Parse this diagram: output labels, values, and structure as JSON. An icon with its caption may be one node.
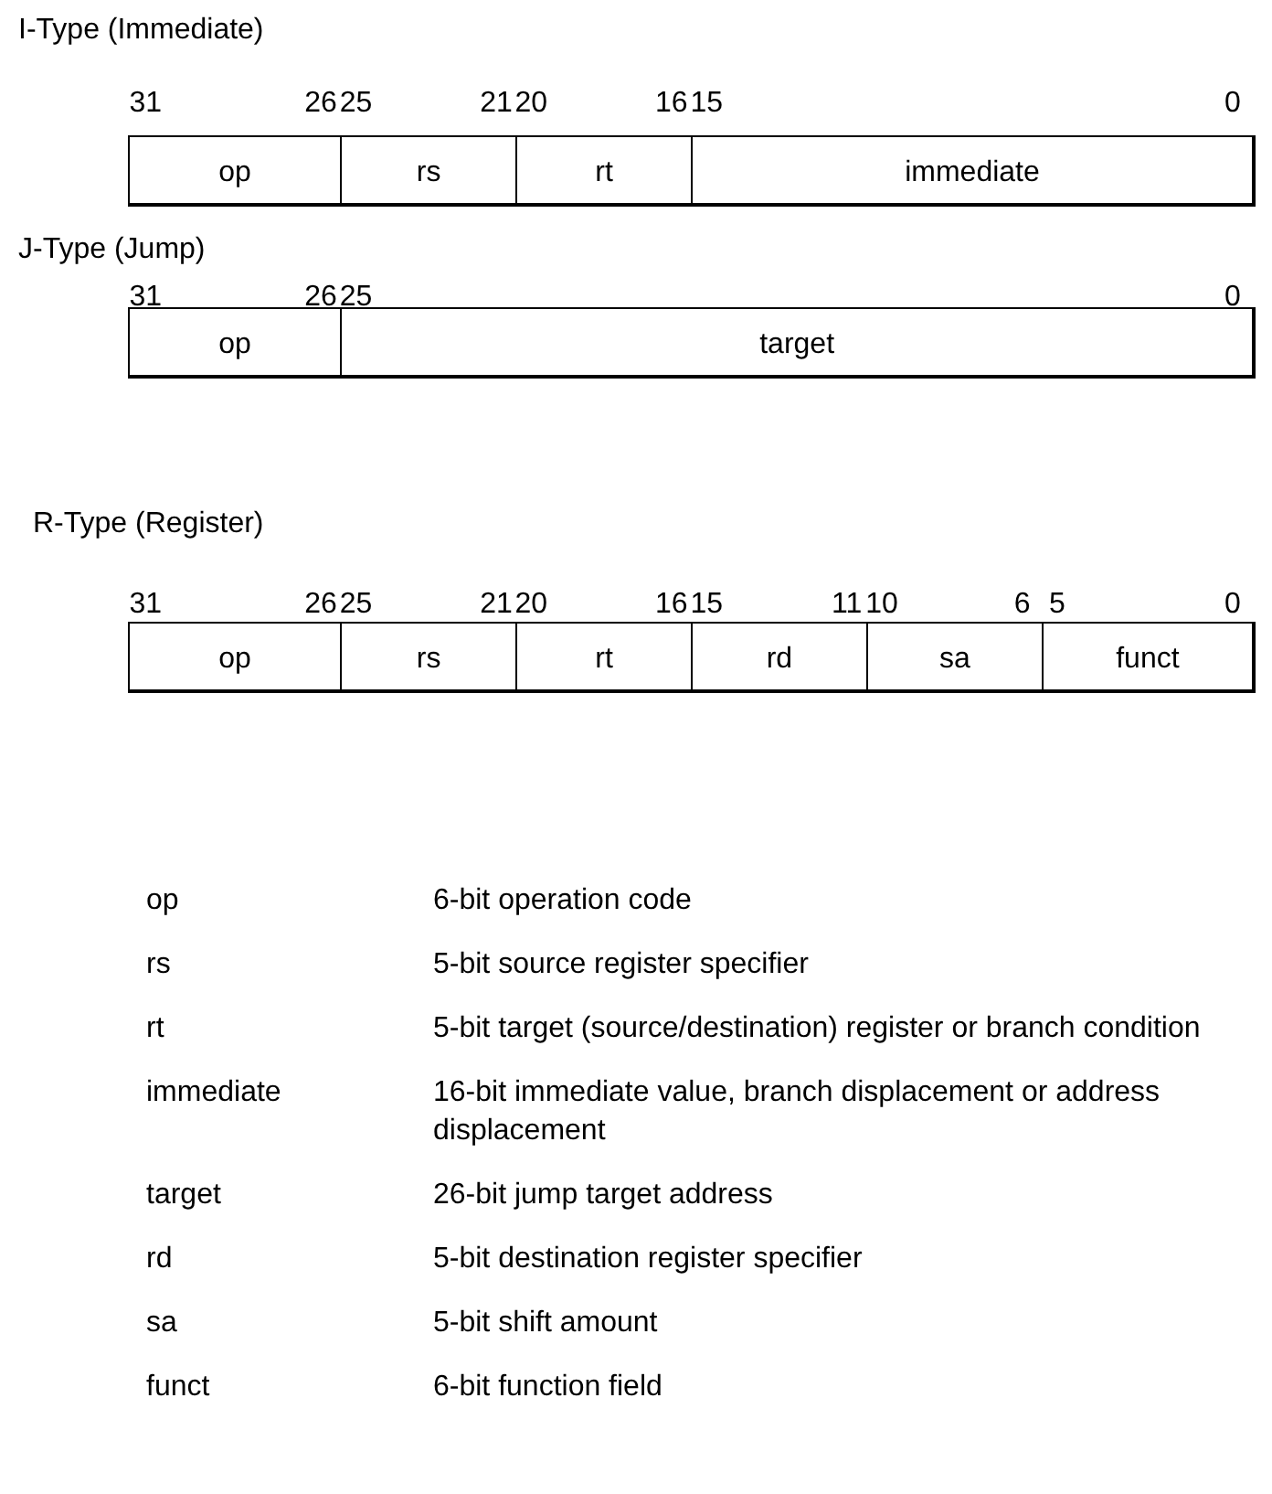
{
  "diagram": {
    "nodes": [
      {
        "text": [
          "I-Type (Immediate)"
        ]
      },
      {
        "text": [
          "op"
        ],
        "in": 0
      },
      {
        "text": [
          "rs"
        ],
        "in": 0
      },
      {
        "text": [
          "rt"
        ],
        "in": 0
      },
      {
        "text": [
          "immediate"
        ],
        "in": 0
      },
      {
        "text": [
          "J-Type (Jump)"
        ]
      },
      {
        "text": [
          "op"
        ],
        "in": 5
      },
      {
        "text": [
          "target"
        ],
        "in": 5
      },
      {
        "text": [
          "R-Type (Register)"
        ]
      },
      {
        "text": [
          "op"
        ],
        "in": 8
      },
      {
        "text": [
          "rs"
        ],
        "in": 8
      },
      {
        "text": [
          "rt"
        ],
        "in": 8
      },
      {
        "text": [
          "rd"
        ],
        "in": 8
      },
      {
        "text": [
          "sa"
        ],
        "in": 8
      },
      {
        "text": [
          "funct"
        ],
        "in": 8
      }
    ],
    "edges": [],
    "labels": [
      "31",
      "26",
      "25",
      "21",
      "20",
      "16",
      "15",
      "0",
      "31",
      "26",
      "25",
      "0",
      "31",
      "26",
      "25",
      "21",
      "20",
      "16",
      "15",
      "11",
      "10",
      "6",
      "5",
      "0",
      "op",
      "6-bit operation code",
      "rs",
      "5-bit source register specifier",
      "rt",
      "5-bit target (source/destination) register or branch condition",
      "immediate",
      "16-bit immediate value, branch displacement or address displacement",
      "target",
      "26-bit jump target address",
      "rd",
      "5-bit destination register specifier",
      "sa",
      "5-bit shift amount",
      "funct",
      "6-bit function field"
    ]
  }
}
